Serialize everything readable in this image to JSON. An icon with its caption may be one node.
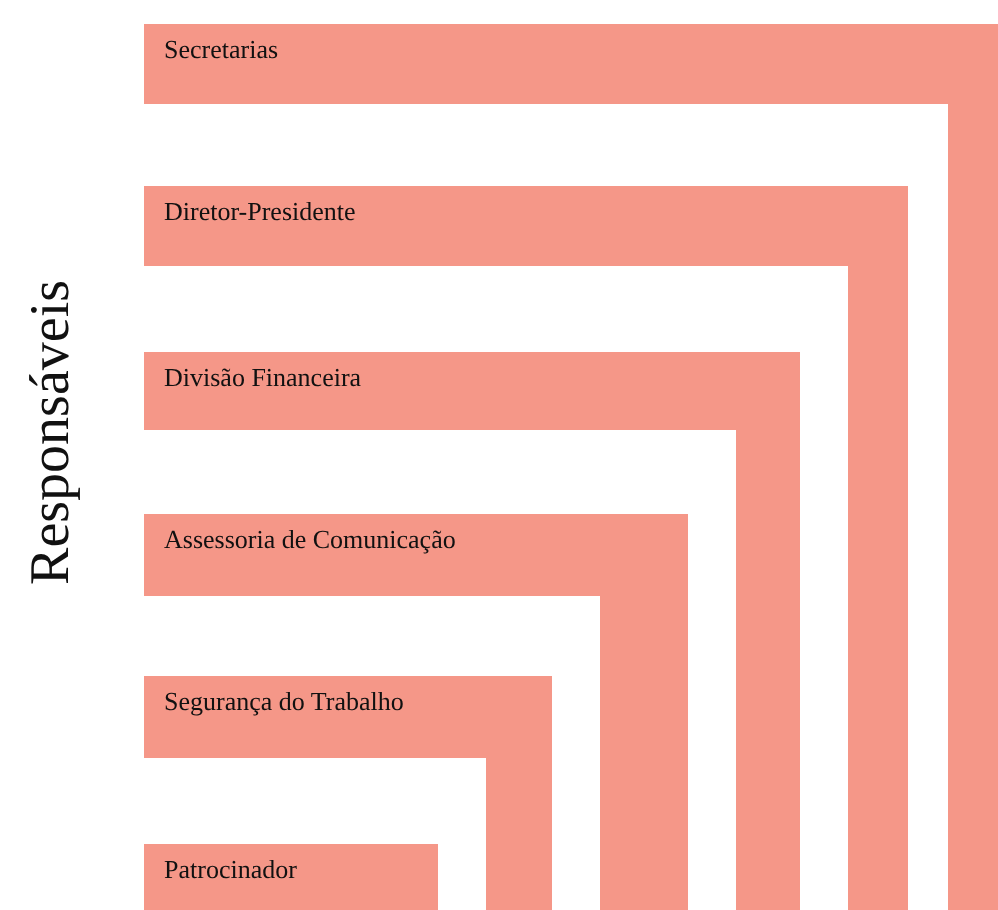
{
  "diagram": {
    "nodes": [
      {
        "text": [
          "Secretarias"
        ]
      },
      {
        "text": [
          "Diretor-Presidente"
        ]
      },
      {
        "text": [
          "Divisão Financeira"
        ]
      },
      {
        "text": [
          "Assessoria de Comunicação"
        ]
      },
      {
        "text": [
          "Segurança do Trabalho"
        ]
      },
      {
        "text": [
          "Patrocinador"
        ]
      }
    ],
    "labels": [
      "Responsáveis"
    ]
  }
}
